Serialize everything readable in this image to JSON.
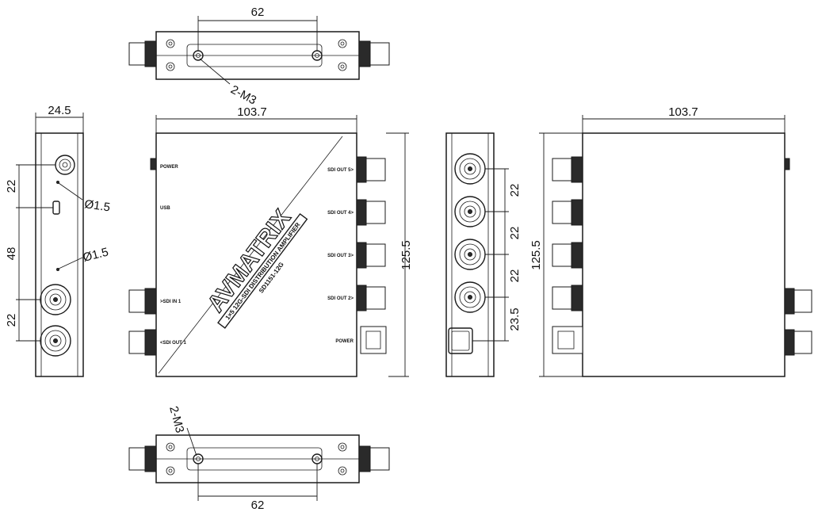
{
  "dimensions": {
    "top_width": "62",
    "top_screw": "2-M3",
    "front_width": "103.7",
    "front_height": "125.5",
    "left_depth": "24.5",
    "left_22a": "22",
    "left_48": "48",
    "left_22b": "22",
    "left_d1": "Ø1.5",
    "left_d2": "Ø1.5",
    "right_22a": "22",
    "right_22b": "22",
    "right_22c": "22",
    "right_235": "23.5",
    "back_width": "103.7",
    "back_height": "125.5",
    "bottom_width": "62",
    "bottom_screw": "2-M3"
  },
  "front_panel": {
    "power": "POWER",
    "usb": "USB",
    "sdi_in": ">SDI IN 1",
    "sdi_out_1": "<SDI OUT 1",
    "sdi_out_5": "SDI OUT 5>",
    "sdi_out_4": "SDI OUT 4>",
    "sdi_out_3": "SDI OUT 3>",
    "sdi_out_2": "SDI OUT 2>",
    "power_in": "POWER",
    "logo": "AVMATRIX",
    "subtitle": "1×5 12G-SDI DISTRIBUTION AMPLIFIER",
    "model": "SD1151-12G"
  }
}
